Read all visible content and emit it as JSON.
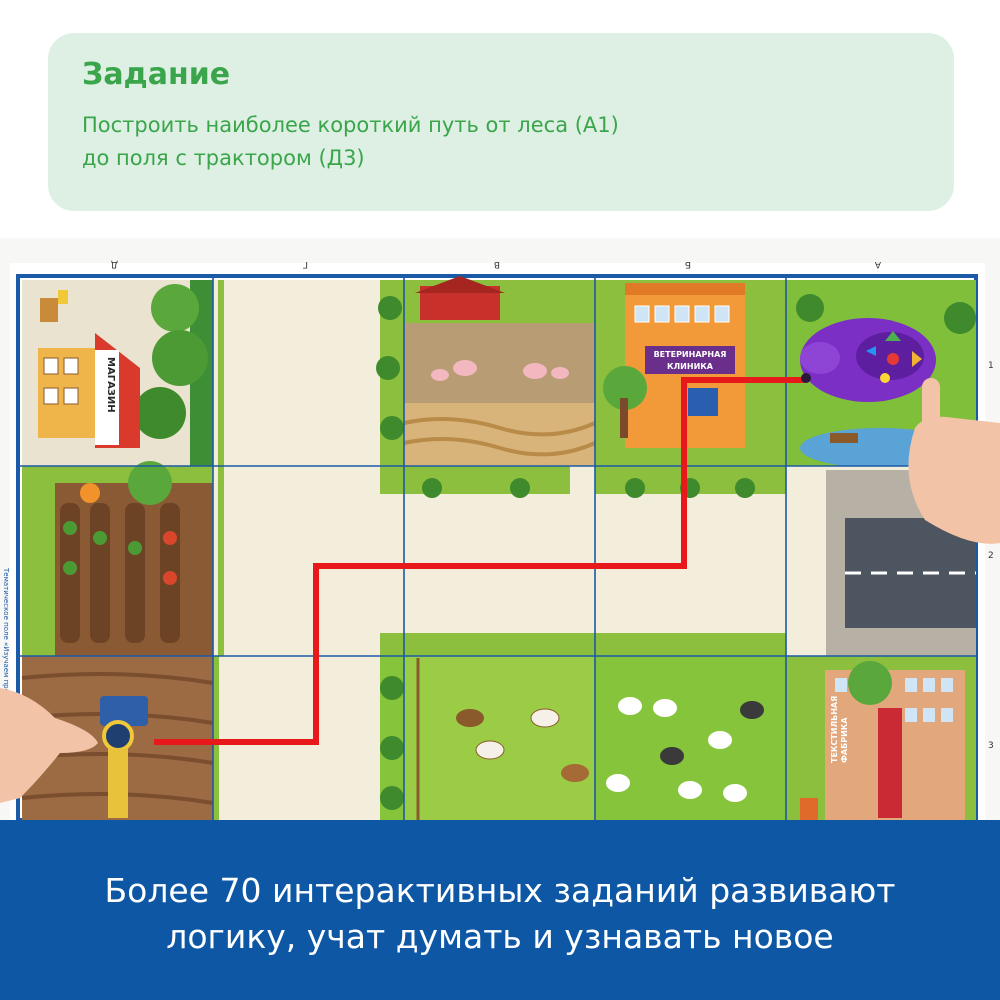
{
  "task": {
    "title": "Задание",
    "text_line1": "Построить наиболее короткий путь от леса (А1)",
    "text_line2": "до поля с трактором (Д3)"
  },
  "board": {
    "column_letters": [
      "Д",
      "Г",
      "В",
      "Б",
      "А"
    ],
    "row_numbers": [
      "1",
      "2",
      "3"
    ],
    "cells": [
      {
        "id": "D1",
        "content": "shop"
      },
      {
        "id": "G1",
        "content": "field-with-road"
      },
      {
        "id": "V1",
        "content": "pig-farm"
      },
      {
        "id": "B1",
        "content": "vet-clinic"
      },
      {
        "id": "A1",
        "content": "forest"
      },
      {
        "id": "D2",
        "content": "vegetable-garden"
      },
      {
        "id": "G2",
        "content": "field"
      },
      {
        "id": "V2",
        "content": "field"
      },
      {
        "id": "B2",
        "content": "field"
      },
      {
        "id": "A2",
        "content": "road"
      },
      {
        "id": "D3",
        "content": "tractor-field"
      },
      {
        "id": "G3",
        "content": "field"
      },
      {
        "id": "V3",
        "content": "cow-pasture"
      },
      {
        "id": "B3",
        "content": "sheep-pasture"
      },
      {
        "id": "A3",
        "content": "textile-factory"
      }
    ],
    "signs": {
      "shop": "МАГАЗИН",
      "vet_line1": "ВЕТЕРИНАРНАЯ",
      "vet_line2": "КЛИНИКА",
      "factory_line1": "ТЕКСТИЛЬНАЯ",
      "factory_line2": "ФАБРИКА"
    },
    "side_caption": "Тематическое поле «Изучаем про",
    "path_color": "#e8191b",
    "robot": "mouse-robot",
    "robot_color": "#7b2fc4"
  },
  "footer": {
    "line1": "Более 70 интерактивных заданий развивают",
    "line2": "логику, учат думать и узнавать новое"
  },
  "colors": {
    "card_bg": "#ddf0e3",
    "title_green": "#3aa54a",
    "footer_blue": "#0d57a5",
    "board_border": "#1b5aa6"
  }
}
